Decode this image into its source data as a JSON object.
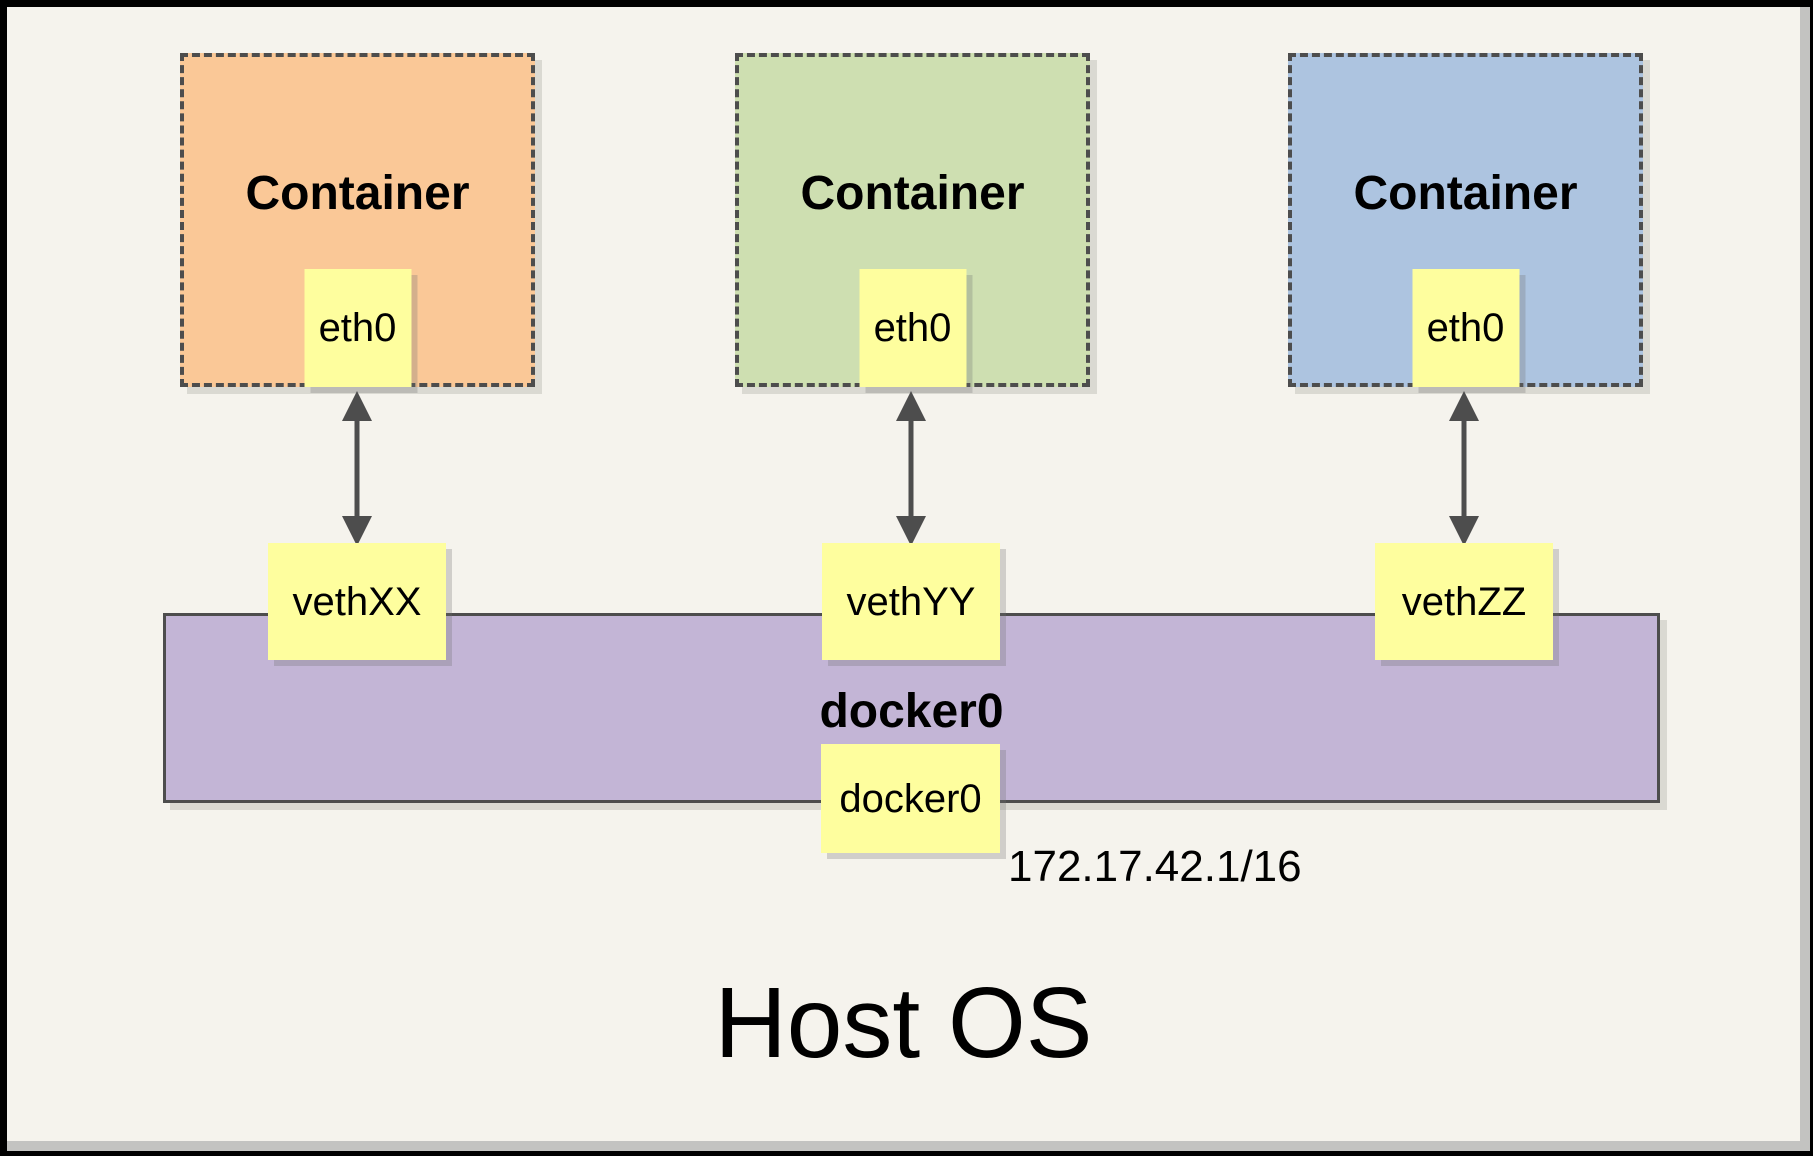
{
  "containers": [
    {
      "label": "Container",
      "eth_label": "eth0",
      "fill": "#FAC897"
    },
    {
      "label": "Container",
      "eth_label": "eth0",
      "fill": "#CEDFB1"
    },
    {
      "label": "Container",
      "eth_label": "eth0",
      "fill": "#ADC4E0"
    }
  ],
  "veths": [
    {
      "label": "vethXX"
    },
    {
      "label": "vethYY"
    },
    {
      "label": "vethZZ"
    }
  ],
  "bridge": {
    "name_label": "docker0",
    "interface_label": "docker0",
    "ip": "172.17.42.1/16",
    "fill": "#C3B5D6"
  },
  "host": {
    "label": "Host OS"
  },
  "colors": {
    "node_fill": "#FEFE9E",
    "background": "#F5F3ED",
    "line": "#4D4D4D",
    "frame": "#000000"
  }
}
